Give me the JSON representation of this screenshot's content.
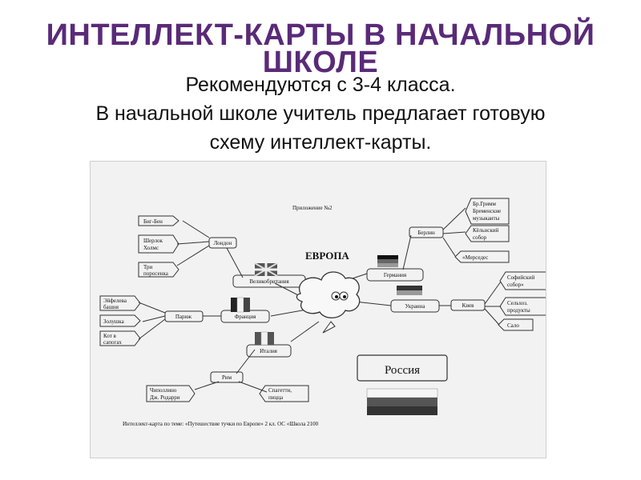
{
  "slide": {
    "title_line1": "ИНТЕЛЛЕКТ-КАРТЫ В НАЧАЛЬНОЙ",
    "title_line2": "ШКОЛЕ",
    "subtitle_line1": "Рекомендуются с 3-4 класса.",
    "subtitle_line2": "В начальной школе учитель предлагает готовую",
    "subtitle_line3": "схему интеллект-карты.",
    "title_color": "#5a2a78"
  },
  "map": {
    "appendix": "Приложение №2",
    "center": "ЕВРОПА",
    "russia": "Россия",
    "caption": "Интеллект-карта по теме: «Путешествие тучки по Европе» 2 кл. ОС «Школа 2100",
    "countries": {
      "uk": "Великобритания",
      "germany": "Германия",
      "ukraine": "Украина",
      "france": "Франция",
      "italy": "Италия"
    },
    "cities": {
      "london": "Лондон",
      "berlin": "Берлин",
      "kiev": "Киев",
      "paris": "Париж",
      "rome": "Рим"
    },
    "london_items": [
      "Биг-Бен",
      "Шерлок",
      "Холмс",
      "Три",
      "поросенка"
    ],
    "berlin_items": [
      "Бр.Гримм",
      "Бременские",
      "музыканты",
      "Кёльнский",
      "собор",
      "«Мерседес"
    ],
    "kiev_items": [
      "Софийский",
      "собор»",
      "Сельхоз.",
      "продукты",
      "Сало"
    ],
    "paris_items": [
      "Эйфелева",
      "башня",
      "Золушка",
      "Кот в",
      "сапогах"
    ],
    "rome_items": [
      "Чиполлино",
      "Дж. Родарри",
      "Спагетти,",
      "пицца"
    ]
  }
}
